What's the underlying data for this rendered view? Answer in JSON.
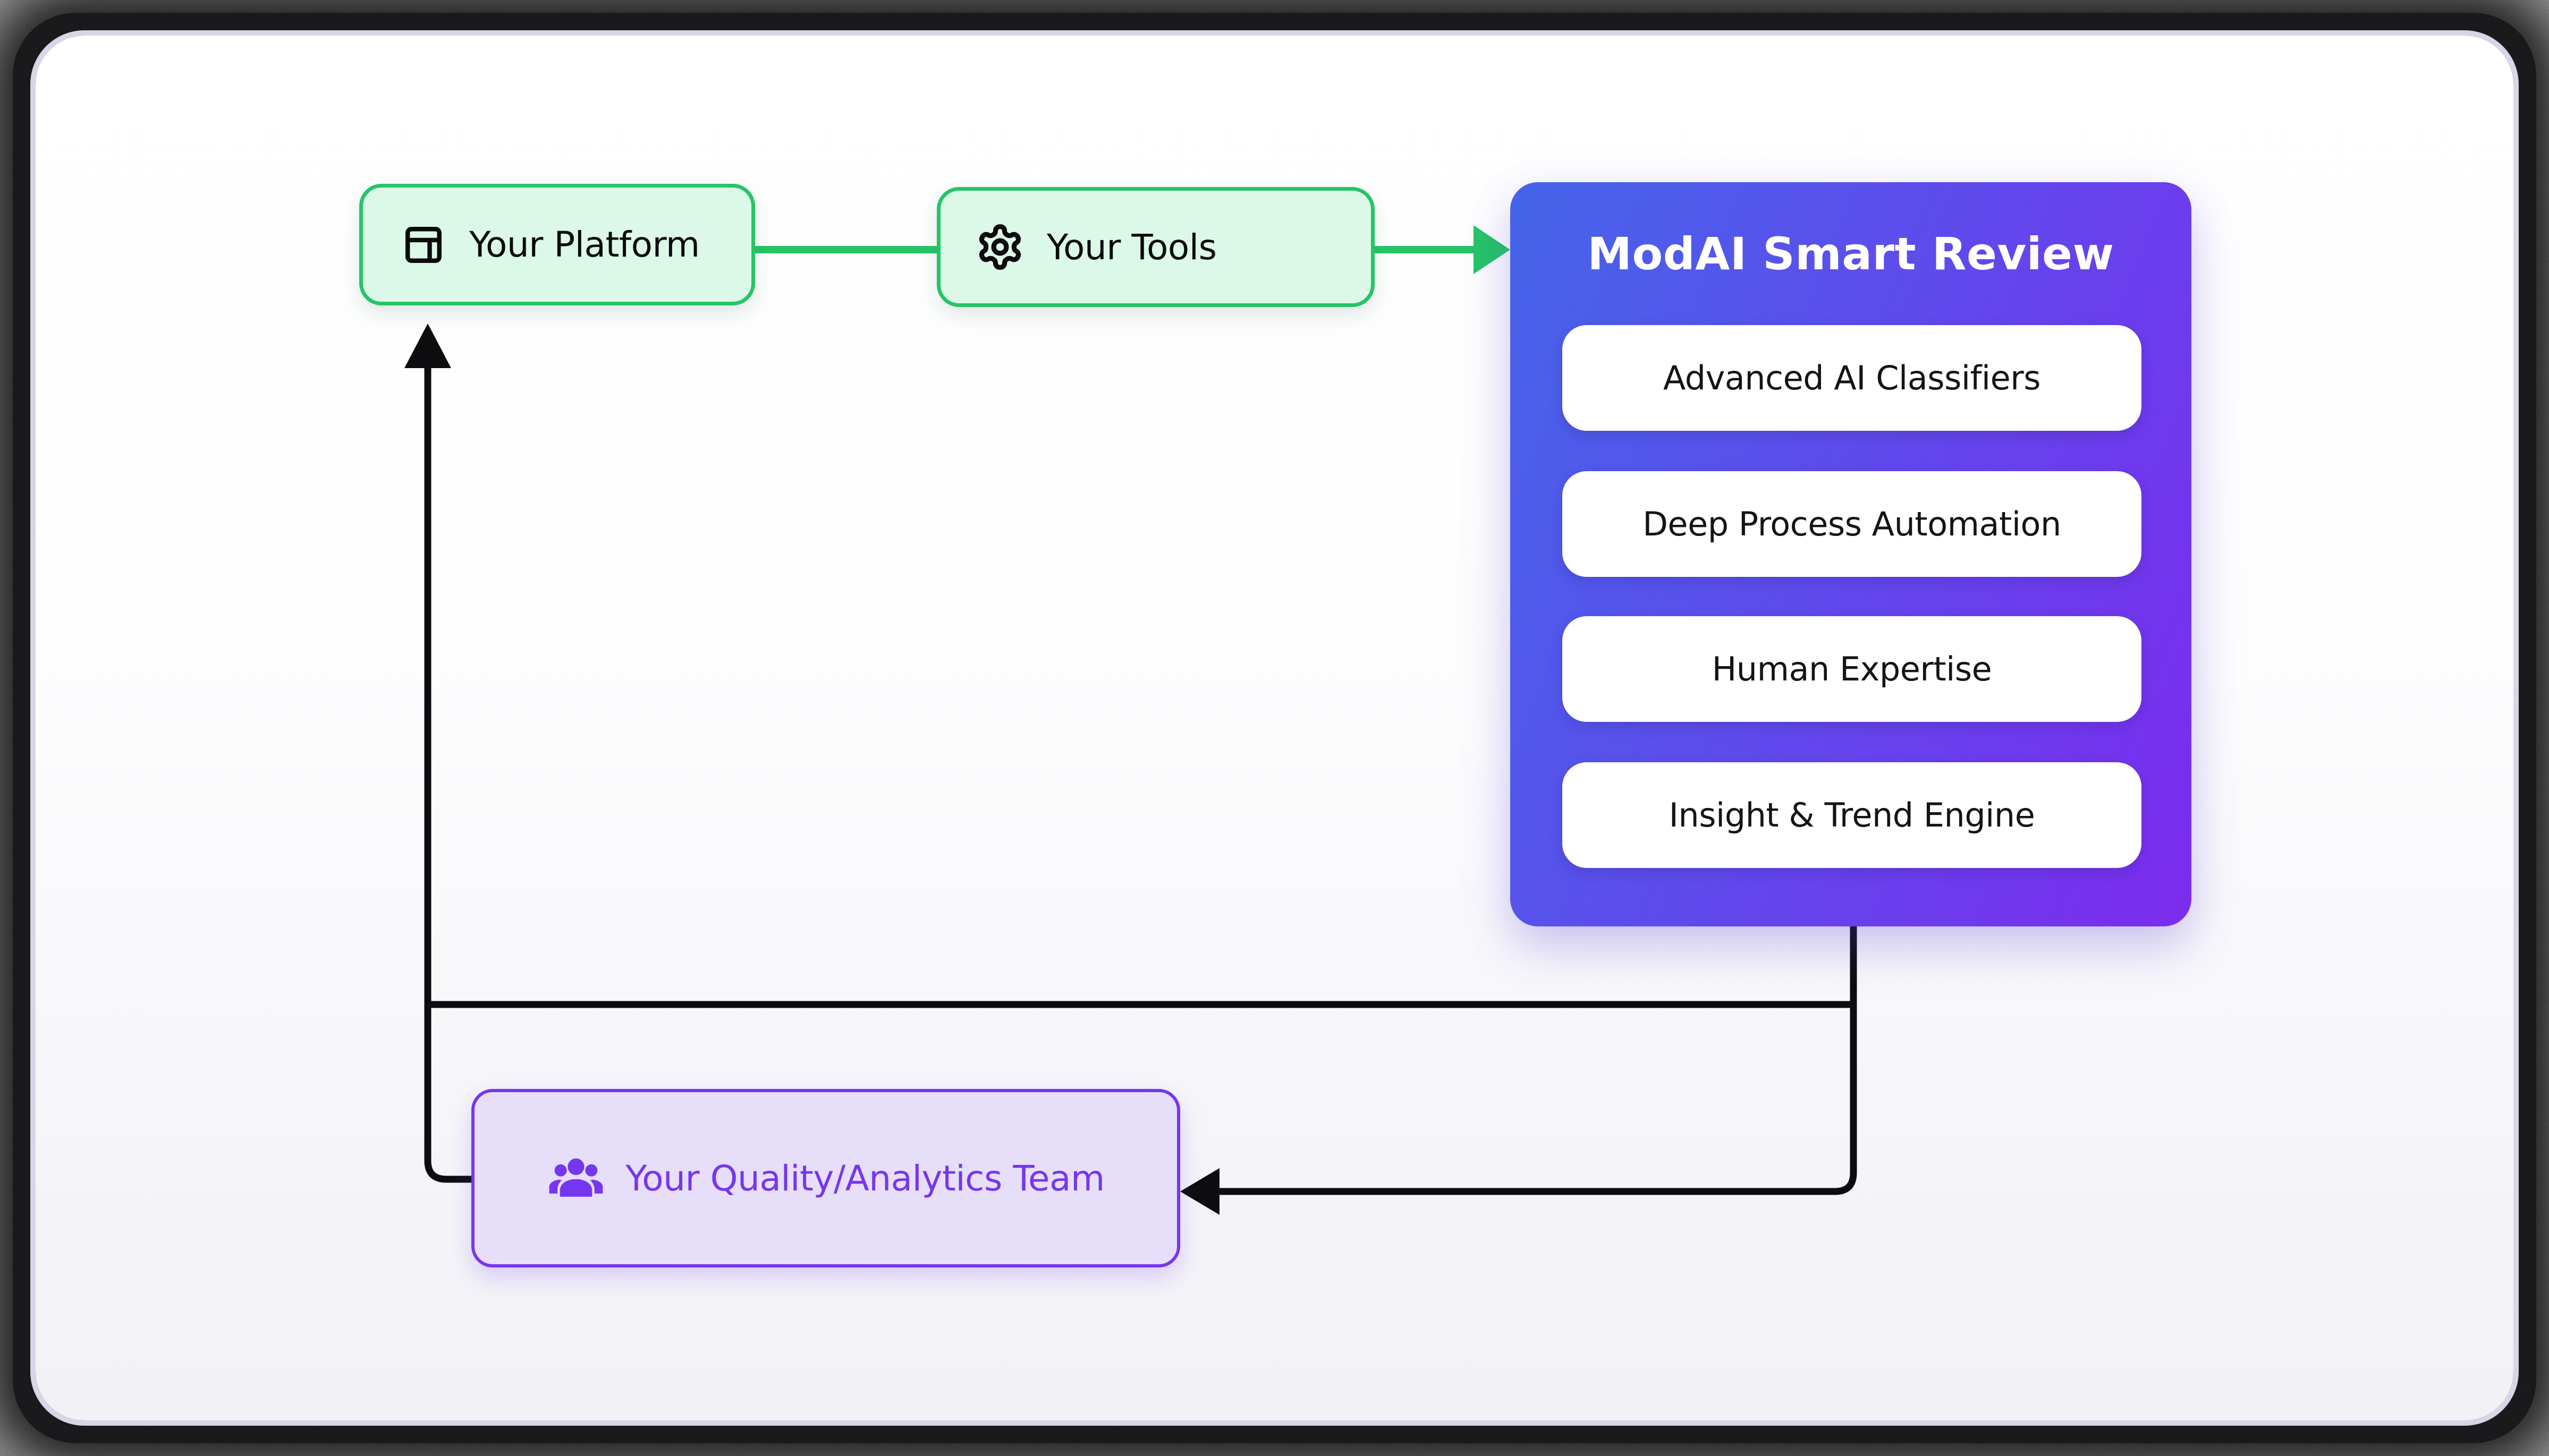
{
  "flow": {
    "platform": {
      "label": "Your Platform",
      "icon": "panels-top-icon"
    },
    "tools": {
      "label": "Your Tools",
      "icon": "gear-icon"
    },
    "modai": {
      "title": "ModAI Smart Review",
      "cards": [
        "Advanced AI Classifiers",
        "Deep Process Automation",
        "Human Expertise",
        "Insight & Trend Engine"
      ]
    },
    "team": {
      "label": "Your Quality/Analytics Team",
      "icon": "users-icon"
    }
  },
  "colors": {
    "green_accent": "#25c566",
    "green_fill": "#dcf8e8",
    "panel_grad_start": "#4565ea",
    "panel_grad_end": "#7c2cee",
    "purple_accent": "#7636ee",
    "purple_fill": "#e7def9",
    "line_black": "#0d0d0f",
    "card_bg": "#ffffff",
    "card_text": "#141414",
    "title_text": "#ffffff"
  }
}
